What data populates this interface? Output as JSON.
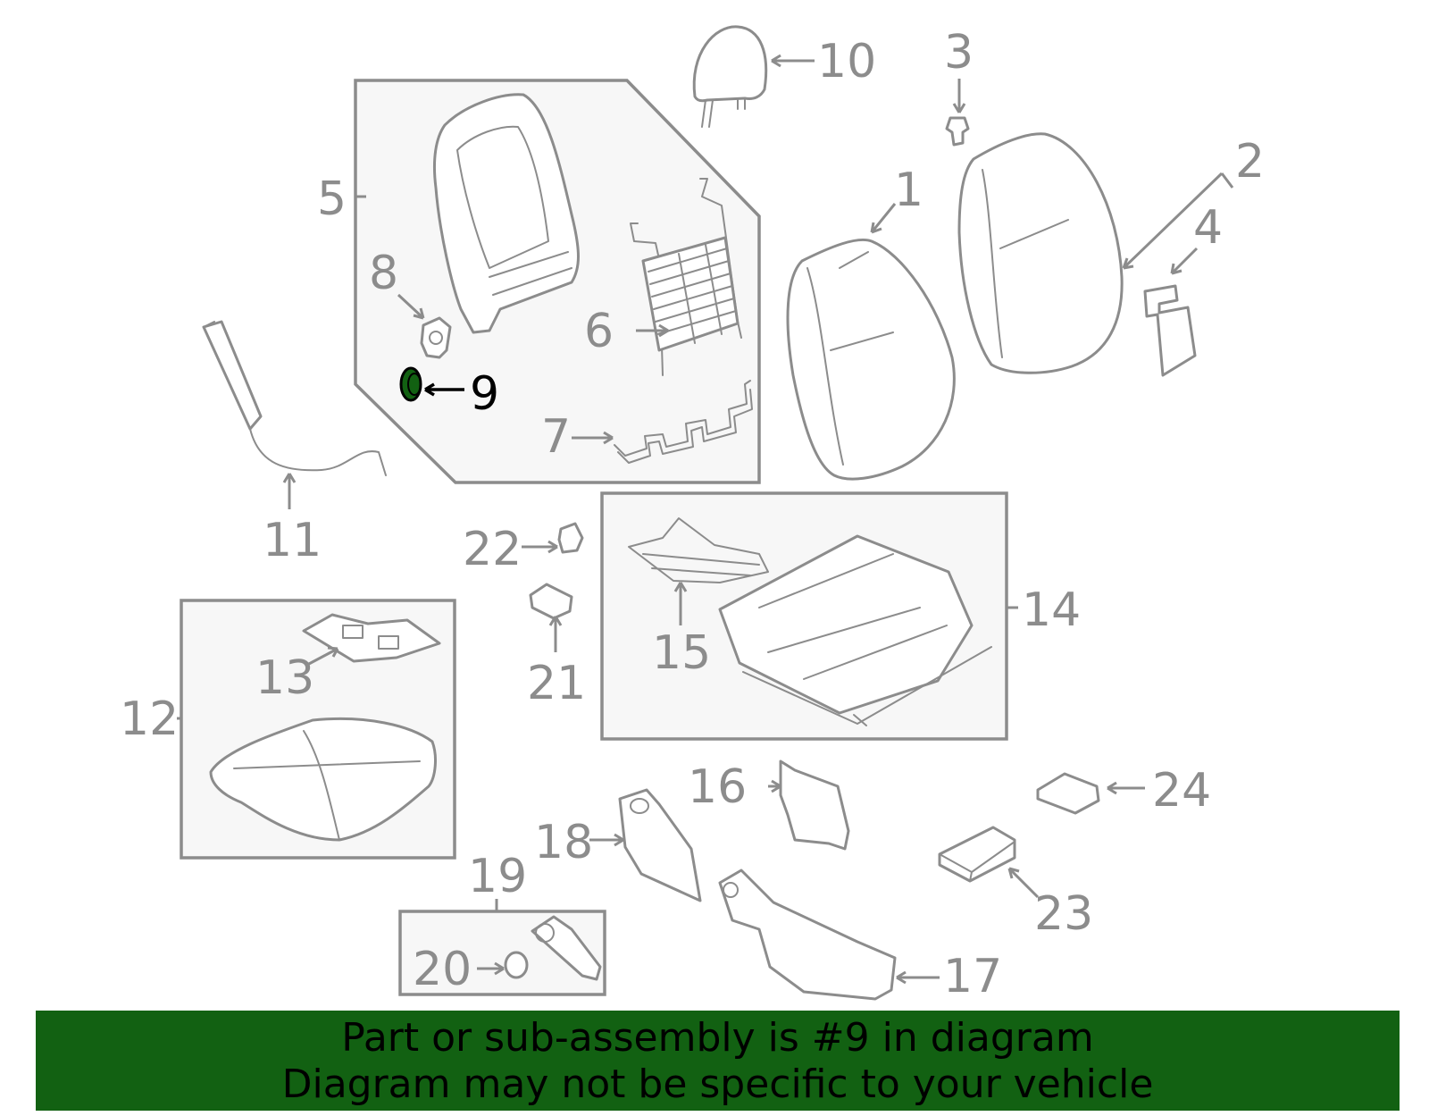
{
  "callouts": {
    "c1": "1",
    "c2": "2",
    "c3": "3",
    "c4": "4",
    "c5": "5",
    "c6": "6",
    "c7": "7",
    "c8": "8",
    "c9": "9",
    "c10": "10",
    "c11": "11",
    "c12": "12",
    "c13": "13",
    "c14": "14",
    "c15": "15",
    "c16": "16",
    "c17": "17",
    "c18": "18",
    "c19": "19",
    "c20": "20",
    "c21": "21",
    "c22": "22",
    "c23": "23",
    "c24": "24"
  },
  "highlighted_part": "9",
  "colors": {
    "line_art": "#8c8c8c",
    "panel_fill": "#f7f7f7",
    "highlight_part": "#126112",
    "banner_background": "#126112",
    "banner_text": "#000000"
  },
  "banner": {
    "line1": "Part or sub-assembly is #9 in diagram",
    "line2": "Diagram may not be specific to your vehicle"
  }
}
